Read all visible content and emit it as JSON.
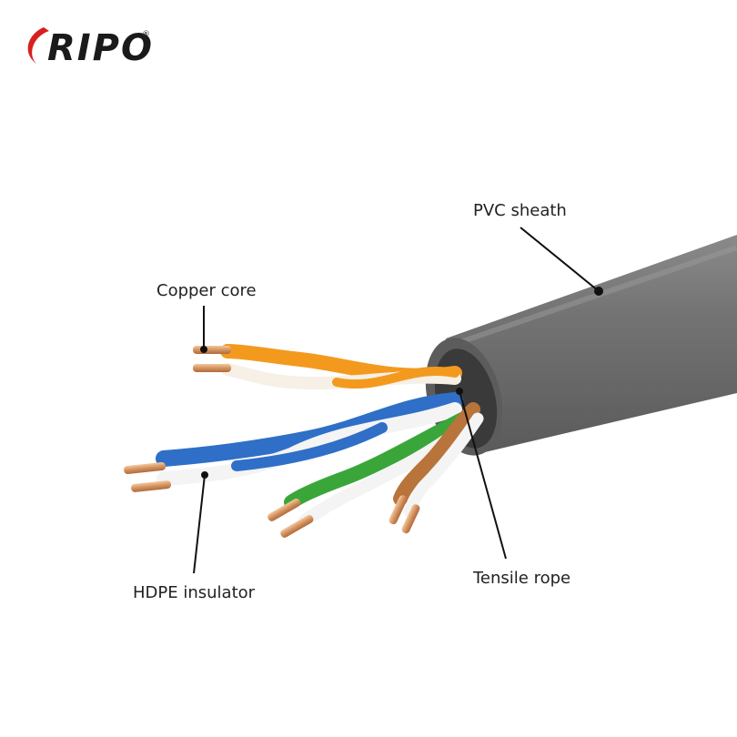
{
  "brand": {
    "name": "RIPO",
    "registered_mark": "®",
    "accent_color": "#d7201f"
  },
  "labels": {
    "pvc_sheath": "PVC sheath",
    "copper_core": "Copper core",
    "hdpe_insulator": "HDPE insulator",
    "tensile_rope": "Tensile rope"
  },
  "colors": {
    "sheath": "#6e6e6e",
    "sheath_dark": "#4f4f4f",
    "orange_pair": "#f39a1e",
    "blue_pair": "#2f6fc7",
    "green_pair": "#3aa63a",
    "brown_pair": "#b8743a",
    "copper": "#d79a6a",
    "leader_line": "#111111"
  }
}
